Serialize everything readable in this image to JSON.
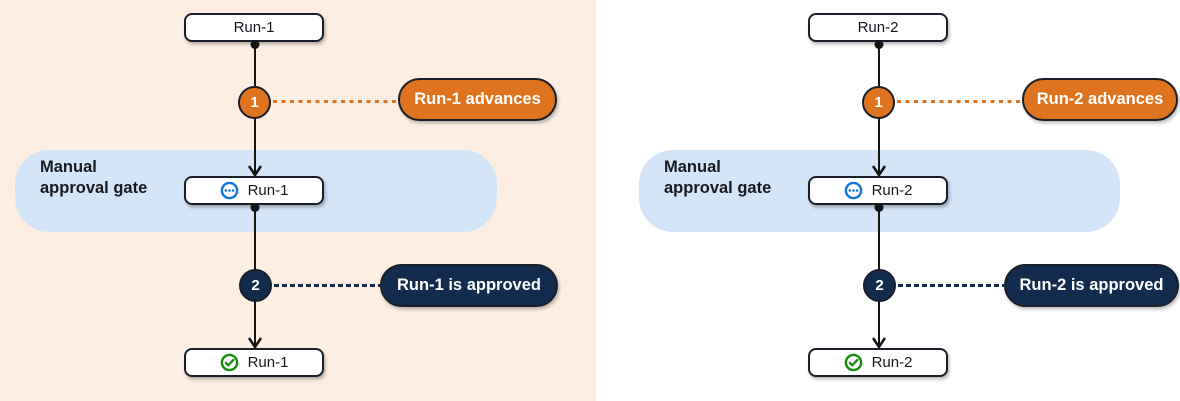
{
  "gate": {
    "label": "Manual approval gate"
  },
  "colors": {
    "panel_left_bg": "#FCEEE3",
    "panel_right_bg": "#FFFFFF",
    "band_bg": "#D4E5F7",
    "orange": "#DF7420",
    "navy": "#132C4E",
    "outline": "#19202A",
    "blue_icon": "#0E77D8",
    "green_icon": "#178A0D",
    "connector": "#141414"
  },
  "diagrams": [
    {
      "source_label": "Run-1",
      "step1_number": "1",
      "advance_callout": "Run-1 advances",
      "gate_node_label": "Run-1",
      "gate_status_icon": "pending-ellipsis-icon",
      "step2_number": "2",
      "approved_callout": "Run-1 is approved",
      "final_label": "Run-1",
      "final_status_icon": "success-check-icon"
    },
    {
      "source_label": "Run-2",
      "step1_number": "1",
      "advance_callout": "Run-2 advances",
      "gate_node_label": "Run-2",
      "gate_status_icon": "pending-ellipsis-icon",
      "step2_number": "2",
      "approved_callout": "Run-2 is approved",
      "final_label": "Run-2",
      "final_status_icon": "success-check-icon"
    }
  ]
}
